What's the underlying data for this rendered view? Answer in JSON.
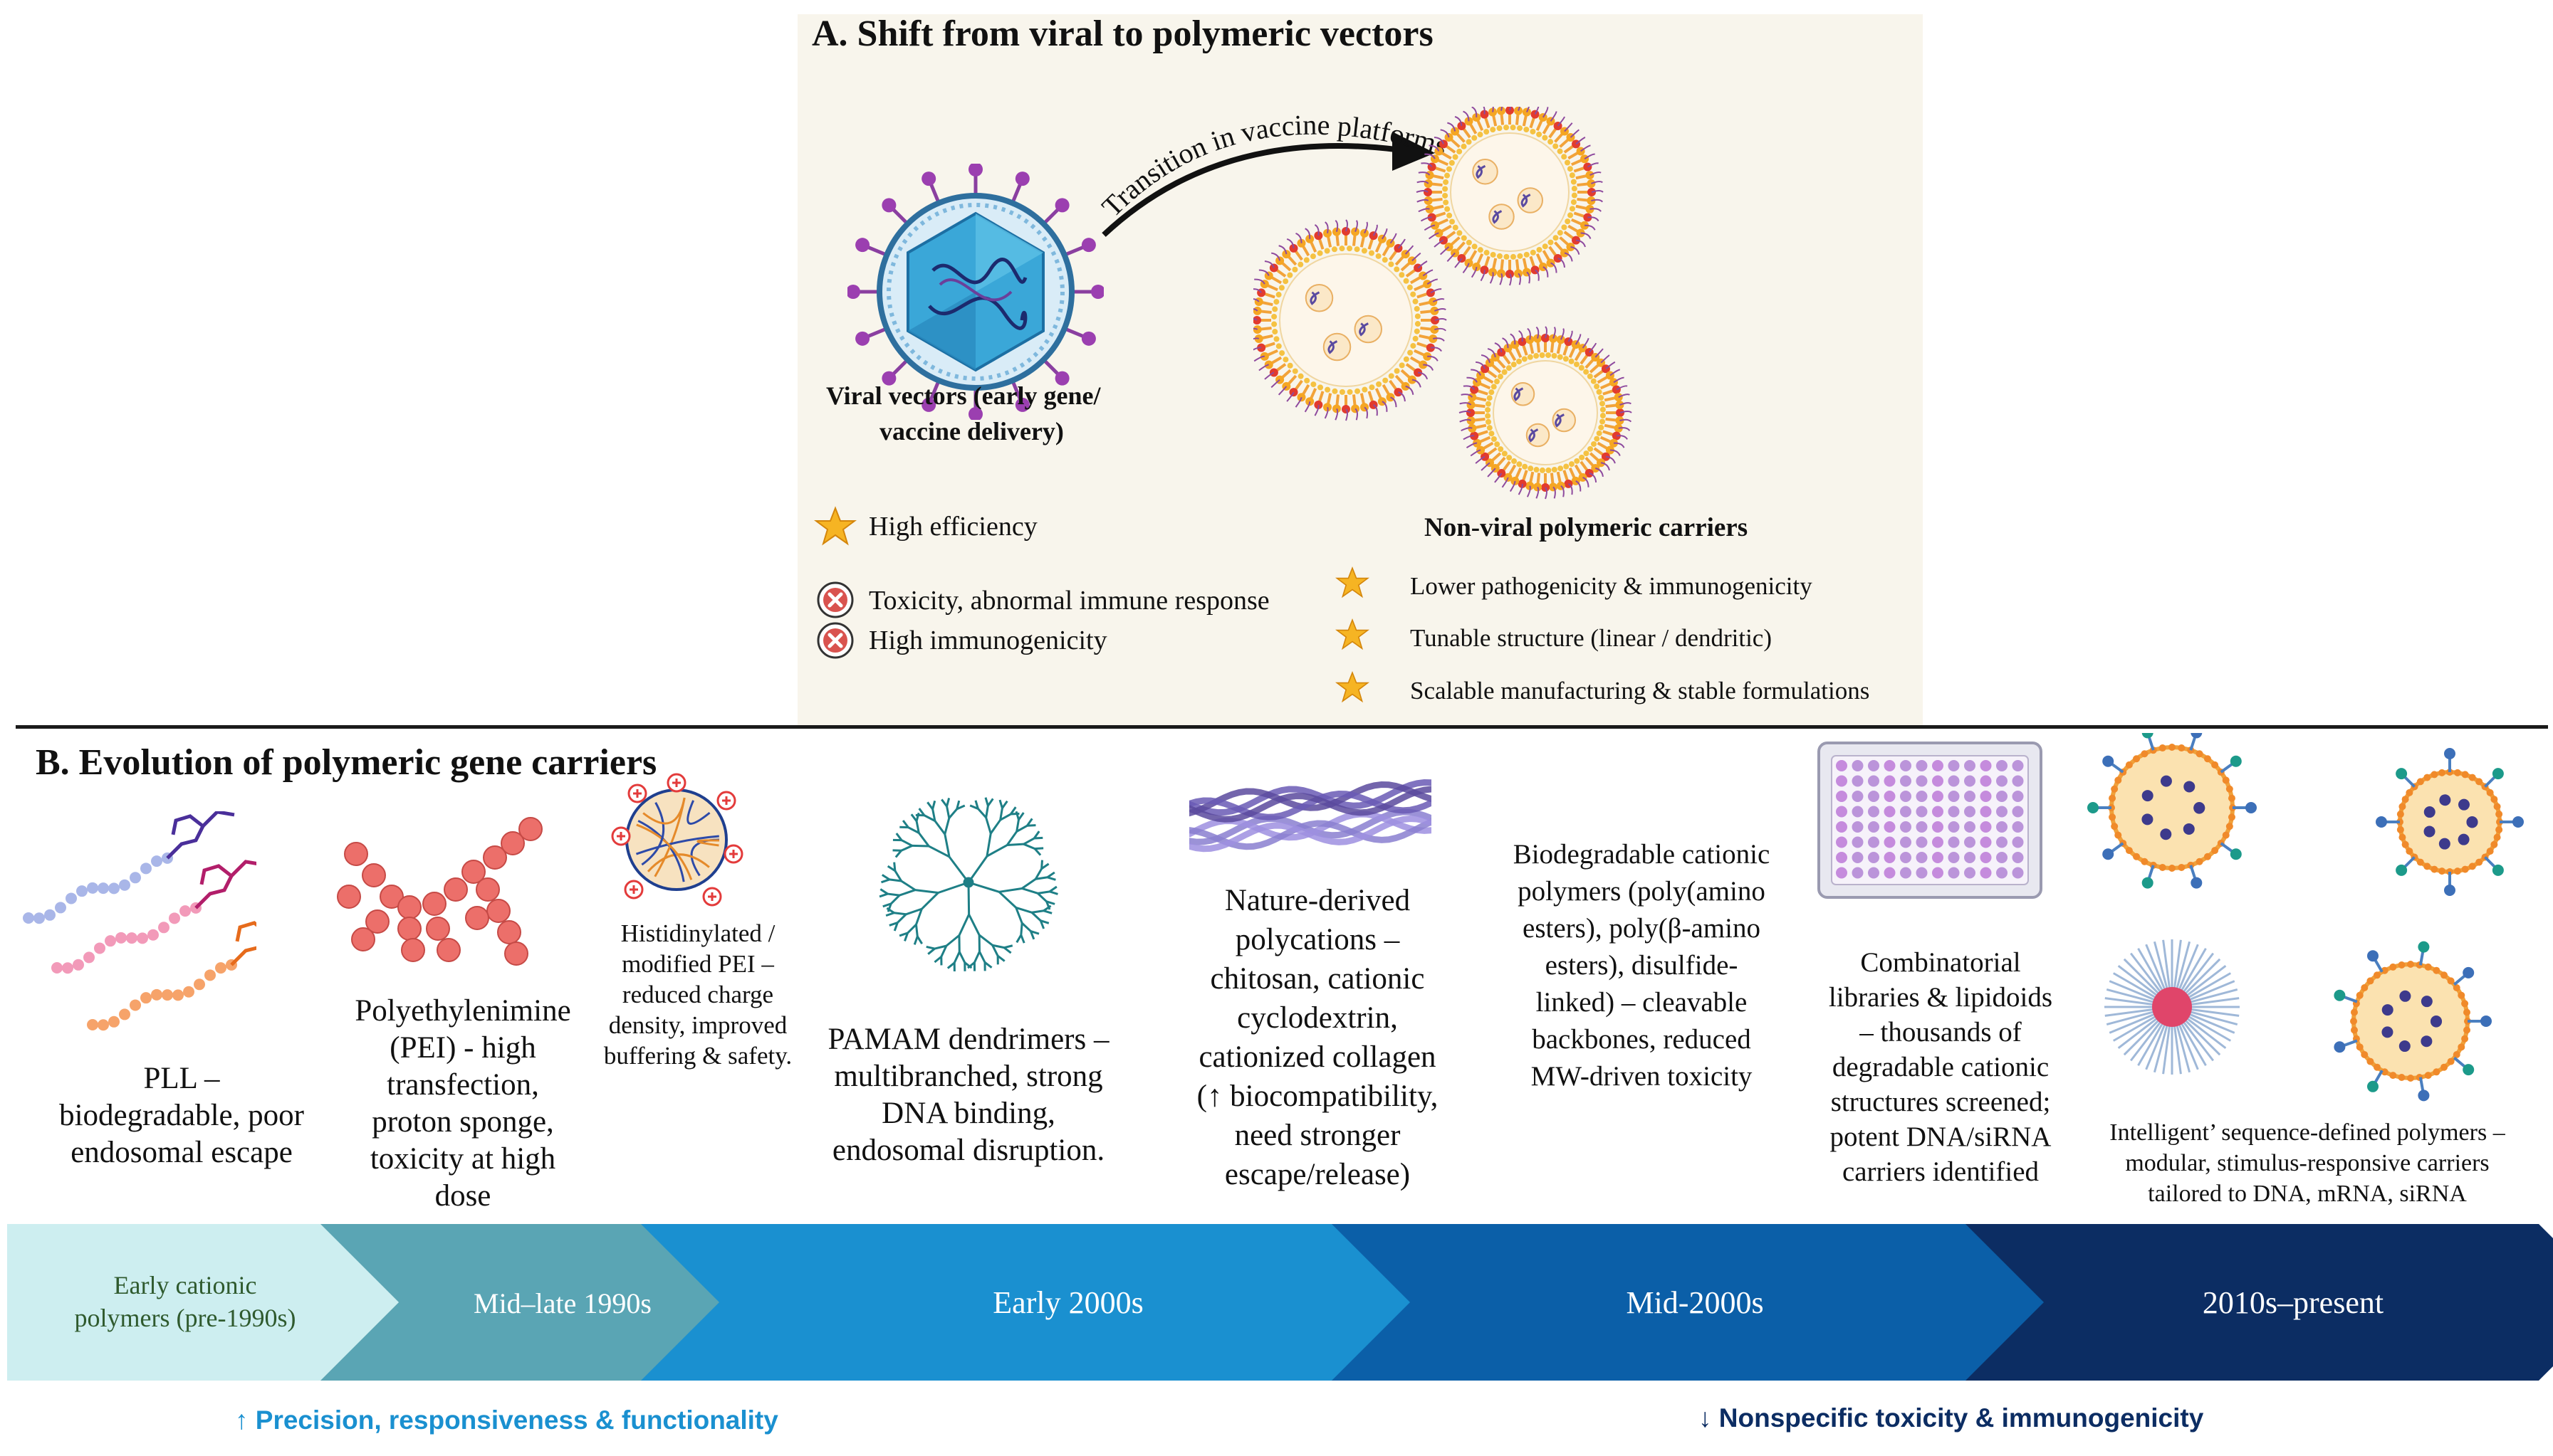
{
  "panel_a": {
    "title": "A. Shift from viral to polymeric vectors",
    "arrow_label": "Transition in vaccine platforms",
    "viral_label_line1": "Viral vectors (early gene/",
    "viral_label_line2": "vaccine delivery)",
    "polymeric_label": "Non-viral polymeric carriers",
    "viral_pros": [
      "High efficiency"
    ],
    "viral_cons": [
      "Toxicity, abnormal immune response",
      "High immunogenicity"
    ],
    "polymeric_pros": [
      "Lower pathogenicity & immunogenicity",
      "Tunable structure (linear / dendritic)",
      "Scalable manufacturing & stable formulations"
    ]
  },
  "panel_b": {
    "title": "B. Evolution of polymeric gene carriers",
    "captions": {
      "pll": [
        "PLL –",
        "biodegradable, poor",
        "endosomal escape"
      ],
      "pei": [
        "Polyethylenimine",
        "(PEI) - high",
        "transfection,",
        "proton sponge,",
        "toxicity at high",
        "dose"
      ],
      "mod_pei": [
        "Histidinylated /",
        "modified PEI –",
        "reduced charge",
        "density, improved",
        "buffering & safety."
      ],
      "pamam": [
        "PAMAM dendrimers –",
        "multibranched, strong",
        "DNA binding,",
        "endosomal disruption."
      ],
      "natural": [
        "Nature-derived",
        "polycations –",
        "chitosan, cationic",
        "cyclodextrin,",
        "cationized collagen",
        "(↑ biocompatibility,",
        "need stronger",
        "escape/release)"
      ],
      "biodegradable": [
        "Biodegradable cationic",
        "polymers (poly(amino",
        "esters), poly(β-amino",
        "esters), disulfide-",
        "linked) – cleavable",
        "backbones, reduced",
        "MW-driven toxicity"
      ],
      "combinatorial": [
        "Combinatorial",
        "libraries & lipidoids",
        "– thousands of",
        "degradable cationic",
        "structures screened;",
        "potent DNA/siRNA",
        "carriers identified"
      ],
      "intelligent": [
        "Intelligent’ sequence-defined polymers –",
        "modular, stimulus-responsive carriers",
        "tailored to DNA, mRNA, siRNA"
      ]
    },
    "timeline": [
      {
        "label_lines": [
          "Early cationic",
          "polymers (pre-1990s)"
        ],
        "color": "#cdeef0",
        "text_color": "#2f5a2e"
      },
      {
        "label_lines": [
          "Mid–late 1990s"
        ],
        "color": "#5aa5b4",
        "text_color": "#ffffff"
      },
      {
        "label_lines": [
          "Early 2000s"
        ],
        "color": "#1a90d0",
        "text_color": "#ffffff"
      },
      {
        "label_lines": [
          "Mid-2000s"
        ],
        "color": "#0b5fa8",
        "text_color": "#ffffff"
      },
      {
        "label_lines": [
          "2010s–present"
        ],
        "color": "#0c2d63",
        "text_color": "#ffffff"
      }
    ],
    "note_left": "↑ Precision, responsiveness & functionality",
    "note_right": "↓ Nonspecific toxicity & immunogenicity",
    "colors": {
      "note_left": "#1a90d0",
      "note_right": "#0c2d63"
    }
  }
}
